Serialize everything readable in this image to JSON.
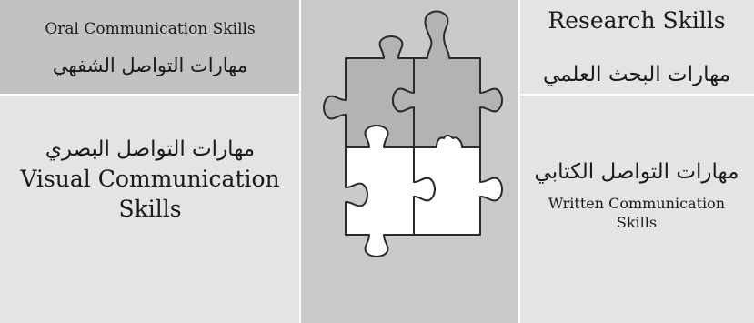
{
  "cells": {
    "top_left": {
      "en": "Oral Communication Skills",
      "ar": "مهارات التواصل الشفهي"
    },
    "bottom_left": {
      "ar": "مهارات التواصل البصري",
      "en_line1": "Visual Communication",
      "en_line2": "Skills"
    },
    "top_right": {
      "en": "Research Skills",
      "ar": "مهارات البحث العلمي"
    },
    "bottom_right": {
      "ar": "مهارات التواصل الكتابي",
      "en_line1": "Written Communication",
      "en_line2": "Skills"
    }
  },
  "colors": {
    "dark_panel": "#c2c2c2",
    "light_panel": "#e4e4e4",
    "center_panel": "#cacaca",
    "puzzle_piece_grey": "#b3b3b3",
    "puzzle_piece_white": "#ffffff",
    "puzzle_outline": "#2b2b2b"
  },
  "puzzle": {
    "pieces": [
      {
        "name": "top-left-piece",
        "fill": "puzzle_piece_grey"
      },
      {
        "name": "top-right-piece",
        "fill": "puzzle_piece_grey"
      },
      {
        "name": "bottom-left-piece",
        "fill": "puzzle_piece_white"
      },
      {
        "name": "bottom-right-piece",
        "fill": "puzzle_piece_white"
      }
    ]
  }
}
